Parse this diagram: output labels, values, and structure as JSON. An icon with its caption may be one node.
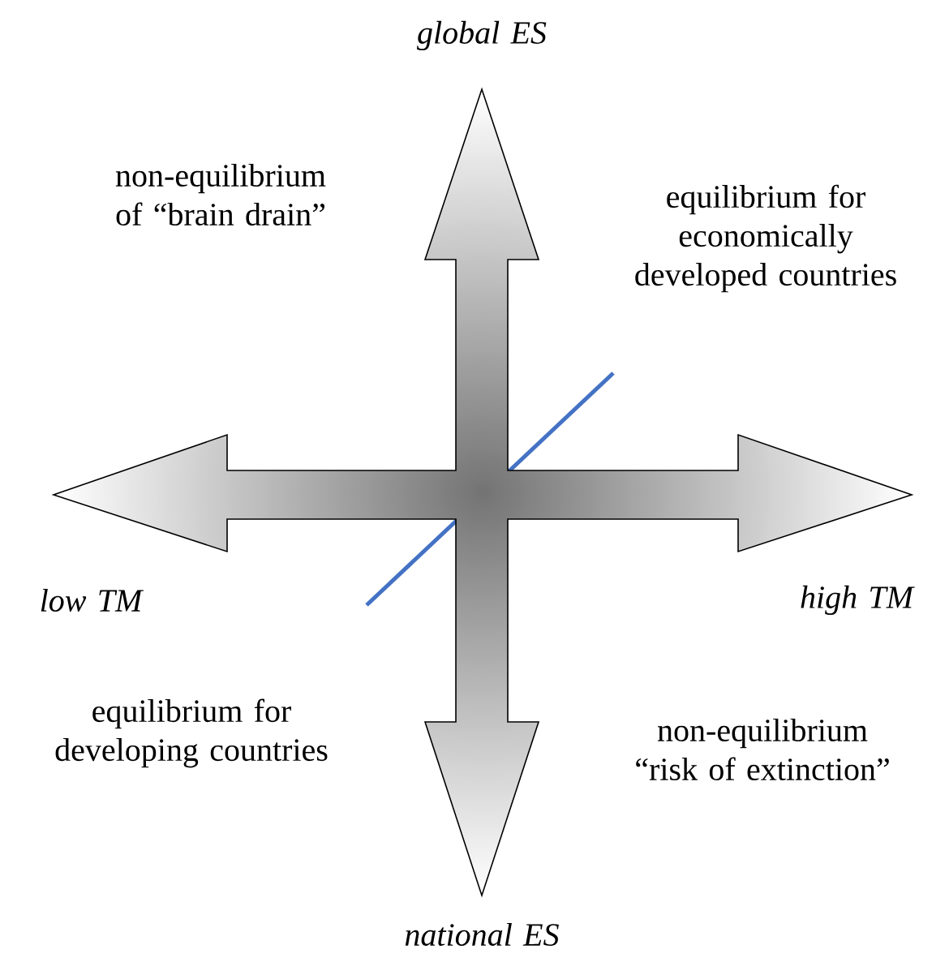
{
  "diagram": {
    "labels": [
      "global ES",
      "non-equilibrium of “brain drain”",
      "equilibrium for economically developed countries",
      "low TM",
      "high TM",
      "equilibrium for developing countries",
      "non-equilibrium “risk of extinction”",
      "national ES"
    ]
  }
}
